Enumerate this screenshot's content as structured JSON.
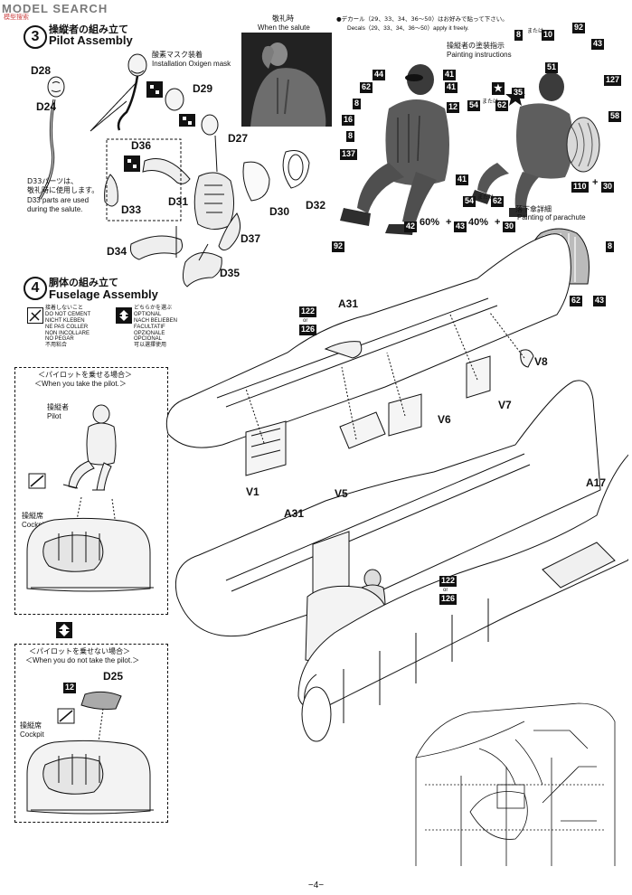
{
  "watermark": {
    "text": "MODEL SEARCH",
    "cn": "模型搜索"
  },
  "step3": {
    "number": "3",
    "title_jp": "操縦者の組み立て",
    "title_en": "Pilot Assembly"
  },
  "pilot_parts": {
    "d28": "D28",
    "d24": "D24",
    "d29": "D29",
    "d27": "D27",
    "d36": "D36",
    "d31": "D31",
    "d33": "D33",
    "d30": "D30",
    "d32": "D32",
    "d34": "D34",
    "d37": "D37",
    "d35": "D35"
  },
  "mask_note": {
    "jp": "酸素マスク装着",
    "en": "Installation Oxigen mask"
  },
  "d33_note": {
    "jp1": "D33パーツは、",
    "jp2": "敬礼時に使用します。",
    "en1": "D33 parts are used",
    "en2": "during the salute."
  },
  "salute": {
    "jp": "敬礼時",
    "en": "When the salute"
  },
  "decals": {
    "line1": "●デカール（29、33、34、36～50）はお好みで貼って下さい。",
    "line2": "Decals（29、33、34、36～50）apply it freely."
  },
  "painting": {
    "jp": "操縦者の塗装指示",
    "en": "Painting instructions"
  },
  "colors": {
    "c8": "8",
    "c10": "10",
    "c92": "92",
    "c43": "43",
    "c51": "51",
    "c127": "127",
    "c35": "35",
    "c54": "54",
    "c62": "62",
    "c58": "58",
    "c110": "110",
    "c30": "30",
    "c44": "44",
    "c41": "41",
    "c12": "12",
    "c16": "16",
    "c137": "137",
    "c42": "42",
    "or": "or",
    "mataha": "または"
  },
  "mix": {
    "pct60": "60%",
    "plus": "+",
    "pct40": "40%"
  },
  "parachute": {
    "jp": "落下傘詳細",
    "en": "Painting of parachute",
    "c8": "8",
    "c58": "58",
    "c62": "62",
    "c43": "43"
  },
  "step4": {
    "number": "4",
    "title_jp": "胴体の組み立て",
    "title_en": "Fuselage Assembly"
  },
  "legend_dont": {
    "l1": "接着しないこと",
    "l2": "DO NOT CEMENT",
    "l3": "NICHT KLEBEN",
    "l4": "NE PAS COLLER",
    "l5": "NON INCOLLARE",
    "l6": "NO PEGAR",
    "l7": "不用粘合"
  },
  "legend_opt": {
    "l1": "どちらかを選ぶ",
    "l2": "OPTIONAL",
    "l3": "NACH BELIEBEN",
    "l4": "FACULTATIF",
    "l5": "OPZIONALE",
    "l6": "OPCIONAL",
    "l7": "可以選擇使用"
  },
  "take_pilot": {
    "jp": "＜パイロットを乗せる場合＞",
    "en": "＜When you take the pilot.＞"
  },
  "pilot_label": {
    "jp": "操縦者",
    "en": "Pilot"
  },
  "cockpit_label": {
    "jp": "操縦席",
    "en": "Cockpit"
  },
  "no_pilot": {
    "jp": "＜パイロットを乗せない場合＞",
    "en": "＜When you do not take the pilot.＞"
  },
  "d25": "D25",
  "c12b": "12",
  "fuselage_parts": {
    "a31": "A31",
    "a31b": "A31",
    "a17": "A17",
    "v8": "V8",
    "v7": "V7",
    "v6": "V6",
    "v1": "V1",
    "v5": "V5",
    "c122": "122",
    "c126": "126",
    "c122b": "122",
    "c126b": "126",
    "or": "or"
  },
  "page_number": "−4−"
}
